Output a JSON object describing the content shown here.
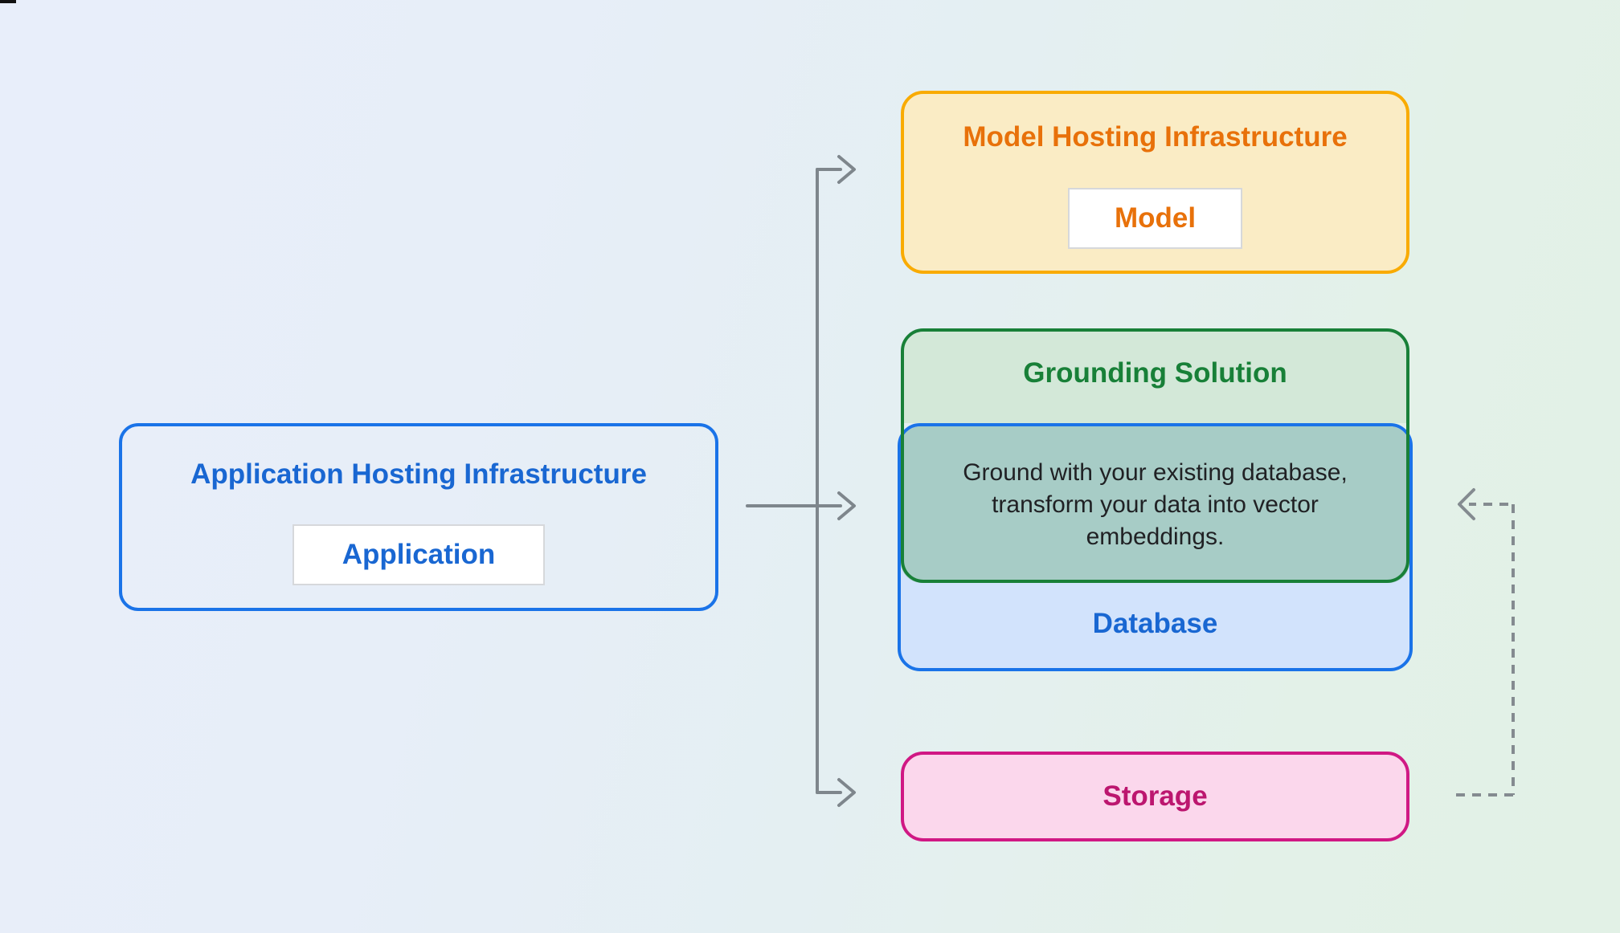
{
  "app_box": {
    "title": "Application Hosting Infrastructure",
    "label": "Application"
  },
  "model_box": {
    "title": "Model Hosting Infrastructure",
    "label": "Model"
  },
  "grounding_box": {
    "title": "Grounding Solution",
    "description": "Ground with your existing database, transform your data into vector embeddings."
  },
  "database_box": {
    "label": "Database"
  },
  "storage_box": {
    "label": "Storage"
  },
  "colors": {
    "blue_border": "#1A73E8",
    "blue_text": "#1967D2",
    "blue_fill": "#D2E3FC",
    "yellow_border": "#F9AB00",
    "yellow_fill": "#FAECC5",
    "orange_text": "#E8710A",
    "green_border": "#188038",
    "green_fill": "#D3E8D8",
    "teal_overlap_fill": "#A7CCC6",
    "pink_border": "#D01884",
    "pink_fill": "#FBD7EC",
    "pink_text": "#BC166F",
    "arrow_gray": "#7E868C",
    "paragraph_text": "#202124"
  }
}
